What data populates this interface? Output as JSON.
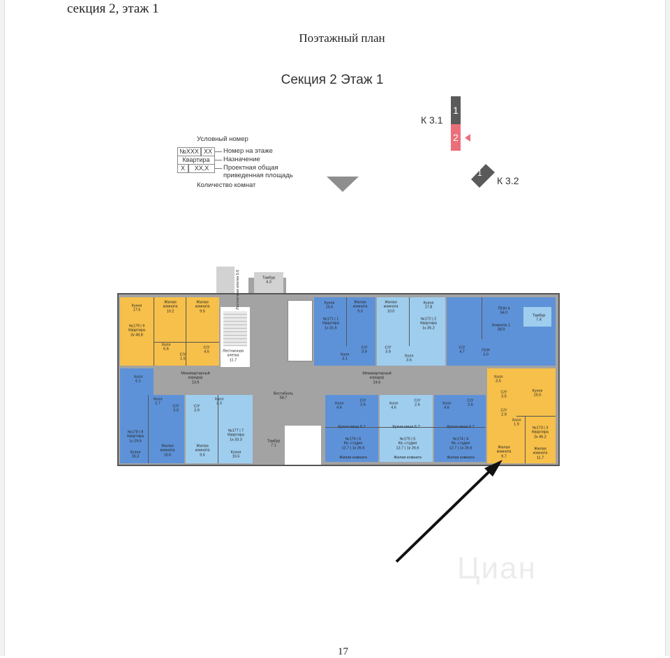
{
  "document": {
    "header": "секция 2, этаж 1",
    "subtitle": "Поэтажный план",
    "plan_title": "Секция 2 Этаж 1",
    "page_number": "17"
  },
  "legend": {
    "conditional_number": "Условный номер",
    "box_number": "№XXX",
    "box_floor_number": "XX",
    "floor_number": "Номер на этаже",
    "box_purpose": "Квартира",
    "purpose": "Назначение",
    "box_rooms": "X",
    "box_area": "XX,X",
    "area_line1": "Проектная общая",
    "area_line2": "приведенная площадь",
    "rooms_count": "Количество комнат"
  },
  "sections": {
    "k31": "К 3.1",
    "k32": "К 3.2",
    "block1": "1",
    "block2": "2",
    "k32_block": "1",
    "block1_color": "#5a5a5a",
    "block2_color": "#ea6f78"
  },
  "colors": {
    "two_room": "#f7c04a",
    "one_room": "#5e92d8",
    "studio": "#9fcdee",
    "common": "#a3a3a3",
    "commercial": "#5e92d8"
  },
  "rooms": {
    "tambur_top": "Тамбур\n4.3",
    "stair_top": "Лестничная клетка\n5.6",
    "a179_kitchen": "Кухня\n17.5",
    "a179_living1": "Жилая\nкомната\n10.2",
    "a179_living2": "Жилая\nкомната\n9.5",
    "a179_info": "№179 | 9\nКвартира\n2к    49.8",
    "a179_hall": "Холл\n6.6",
    "a179_wc1": "С/У\n1.5",
    "a179_wc2": "С/У\n4.5",
    "stair_left": "Лестничная\nклетка\n11.7",
    "a171_kitchen": "Кухня\n15.6",
    "a171_living": "Жилая\nкомната\n9.0",
    "a171_info": "№171 | 1\nКвартира\n1к    31.6",
    "a171_hall": "Холл\n3.1",
    "a171_wc": "С/У\n3.9",
    "a172_living": "Жилая\nкомната\n10.0",
    "a172_kitchen": "Кухня\n17.8",
    "a172_info": "№172 | 2\nКвартира\n1к    35.2",
    "a172_wc": "С/У\n3.9",
    "a172_hall": "Холл\n3.6",
    "pon4_info": "ПОН 4\n54.0",
    "pon4_room": "Комната 1\n38.9",
    "pon4_tambur": "Тамбур\n7.4",
    "pon4_wc": "С/У\n4.7",
    "pon4_pui": "ПУИ\n3.0",
    "corridor_left": "Межквартирный\nкоридор\n13.9",
    "vestibule": "Вестибюль\n58.7",
    "corridor_right": "Межквартирный\nкоридор\n24.6",
    "left_hall": "Холл\n6.1",
    "a178_hall": "Холл\n2.7",
    "a178_wc": "С/У\n3.9",
    "a178_info": "№178 | 8\nКвартира\n1к    29.6",
    "a178_kitchen": "Кухня\n16.3",
    "a178_living": "Жилая\nкомната\n10.6",
    "a177_wc": "С/У\n3.9",
    "a177_hall": "Холл\n3.3",
    "a177_living": "Жилая\nкомната\n9.6",
    "a177_info": "№177 | 7\nКвартира\n1к    33.3",
    "a177_kitchen": "Кухня\n16.5",
    "tambur_bottom": "Тамбур\n7.1",
    "a176_hall": "Холл\n4.6",
    "a176_wc": "С/У\n2.6",
    "a176_kn": "Кухня-ниша 6.7",
    "a176_info": "№176 | 6\nКв.-студия\n12.7 | 1к    26.6",
    "a176_living": "Жилая комната",
    "a175_hall": "Холл\n4.6",
    "a175_wc": "С/У\n2.6",
    "a175_kn": "Кухня-ниша 6.7",
    "a175_info": "№175 | 5\nКв.-студия\n12.7 | 1к    26.6",
    "a175_living": "Жилая комната",
    "a174_hall": "Холл\n4.6",
    "a174_wc": "С/У\n2.6",
    "a174_kn": "Кухня-ниша 6.7",
    "a174_info": "№174 | 4\nКв.-студия\n12.7 | 1к    26.6",
    "a174_living": "Жилая комната",
    "a173_hall": "Холл\n3.5",
    "a173_kitchen": "Кухня\n15.0",
    "a173_wc1": "С/У\n3.5",
    "a173_wc2": "С/У\n2.9",
    "a173_hall2": "Холл\n1.9",
    "a173_info": "№173 | 3\nКвартира\n2к    46.2",
    "a173_living1": "Жилая\nкомната\n9.7",
    "a173_living2": "Жилая\nкомната\n11.7"
  },
  "watermark": "Циан"
}
